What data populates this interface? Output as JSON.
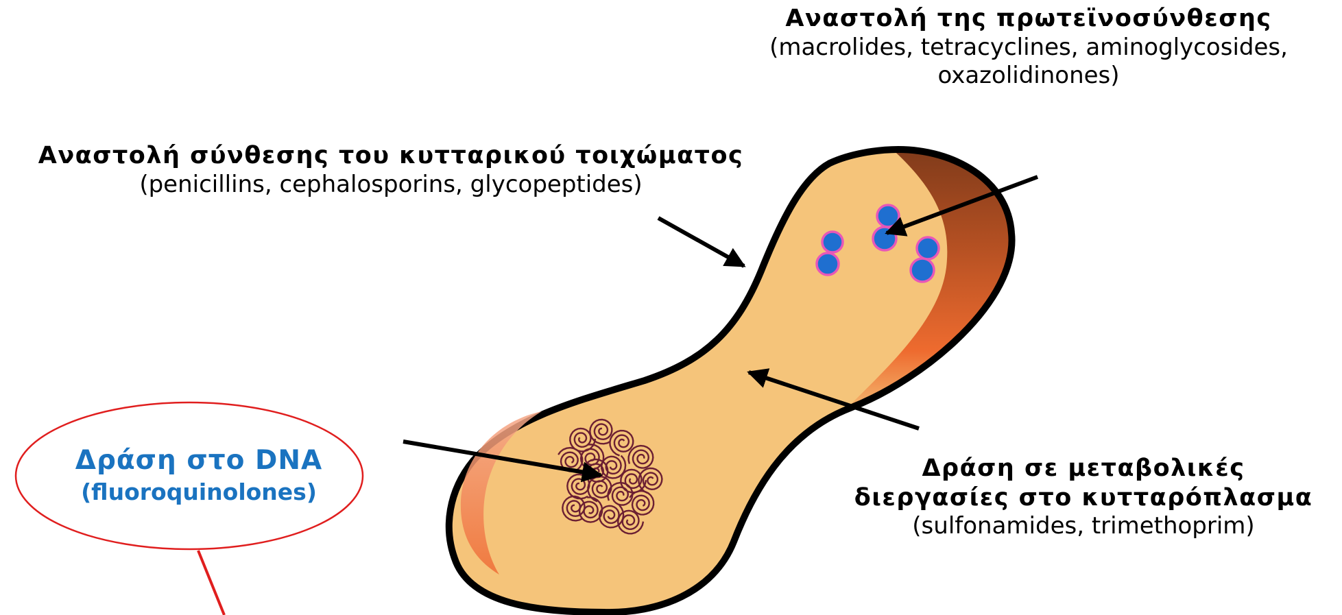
{
  "labels": {
    "protein_synthesis": {
      "title": "Αναστολή της πρωτεϊνοσύνθεσης",
      "drugs_line1": "(macrolides, tetracyclines, aminoglycosides,",
      "drugs_line2": "oxazolidinones)"
    },
    "cell_wall": {
      "title": "Αναστολή σύνθεσης του κυτταρικού τοιχώματος",
      "drugs": "(penicillins, cephalosporins, glycopeptides)"
    },
    "metabolism": {
      "title_line1": "Δράση σε μεταβολικές",
      "title_line2": "διεργασίες στο κυτταρόπλασμα",
      "drugs": "(sulfonamides, trimethoprim)"
    },
    "dna": {
      "title": "Δράση στο DNA",
      "drugs": "(fluoroquinolones)"
    }
  },
  "colors": {
    "cell_fill": "#f5c47a",
    "cell_outline": "#000000",
    "gradient_dark": "#7e3a1a",
    "gradient_orange": "#ee6b2f",
    "highlight": "#f5a27e",
    "ribosome_fill": "#1f6fd0",
    "ribosome_ring": "#e857b8",
    "nucleoid": "#6b1f33",
    "dna_text": "#1a73c0",
    "callout_red": "#e01e1e"
  },
  "icons": [
    "bacterial-cell",
    "ribosome-icon",
    "nucleoid-dna-icon",
    "arrow-icon"
  ]
}
